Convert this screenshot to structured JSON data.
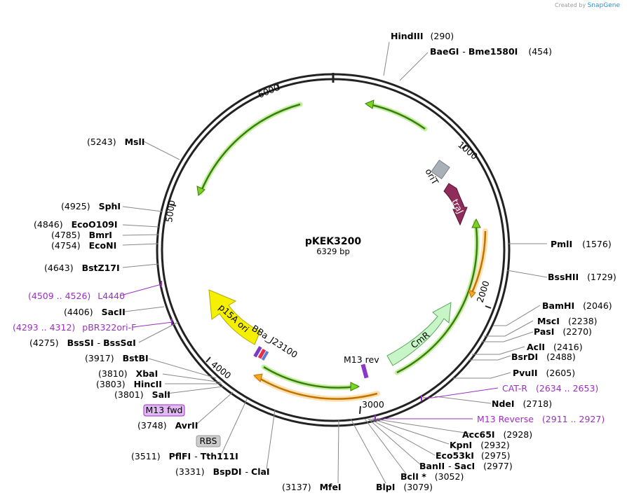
{
  "brand": {
    "prefix": "Created by",
    "name": "SnapGene"
  },
  "plasmid": {
    "name": "pKEK3200",
    "size_label": "6329 bp"
  },
  "ticks": [
    "1000",
    "2000",
    "3000",
    "4000",
    "5000",
    "6000"
  ],
  "features": [
    {
      "name": "traJ",
      "color": "#8e2c5a"
    },
    {
      "name": "CmR",
      "color": "#c8f5c8"
    },
    {
      "name": "p15A ori",
      "color": "#f5f000"
    },
    {
      "name": "oriT",
      "color": "#a9b0b8"
    },
    {
      "name": "BBa_J23100",
      "color": "#7a3cc0"
    },
    {
      "name": "M13 rev",
      "color": "#8b38c8"
    },
    {
      "name": "RBS",
      "color": "#cccccc"
    },
    {
      "name": "M13 fwd",
      "color": "#e2b8f5"
    }
  ],
  "enzymes": {
    "right": [
      {
        "name": "HindIII",
        "pos": "(290)"
      },
      {
        "name": "BaeGI",
        "extra": "Bme1580I",
        "pos": "(454)"
      },
      {
        "name": "PmlI",
        "pos": "(1576)"
      },
      {
        "name": "BssHII",
        "pos": "(1729)"
      },
      {
        "name": "BamHI",
        "pos": "(2046)"
      },
      {
        "name": "MscI",
        "pos": "(2238)"
      },
      {
        "name": "PasI",
        "pos": "(2270)"
      },
      {
        "name": "AclI",
        "pos": "(2416)"
      },
      {
        "name": "BsrDI",
        "pos": "(2488)"
      },
      {
        "name": "PvuII",
        "pos": "(2605)"
      },
      {
        "name": "NdeI",
        "pos": "(2718)"
      },
      {
        "name": "Acc65I",
        "pos": "(2928)"
      },
      {
        "name": "KpnI",
        "pos": "(2932)"
      },
      {
        "name": "Eco53kI",
        "pos": "(2975)"
      },
      {
        "name": "BanII",
        "extra": "SacI",
        "pos": "(2977)"
      },
      {
        "name": "BclI *",
        "pos": "(3052)"
      },
      {
        "name": "BlpI",
        "pos": "(3079)"
      }
    ],
    "left": [
      {
        "name": "MslI",
        "pos": "(5243)"
      },
      {
        "name": "SphI",
        "pos": "(4925)"
      },
      {
        "name": "EcoO109I",
        "pos": "(4846)"
      },
      {
        "name": "BmrI",
        "pos": "(4785)"
      },
      {
        "name": "EcoNI",
        "pos": "(4754)"
      },
      {
        "name": "BstZ17I",
        "pos": "(4643)"
      },
      {
        "name": "SacII",
        "pos": "(4406)"
      },
      {
        "name": "BssSI",
        "extra": "BssSαI",
        "pos": "(4275)"
      },
      {
        "name": "BstBI",
        "pos": "(3917)"
      },
      {
        "name": "XbaI",
        "pos": "(3810)"
      },
      {
        "name": "HincII",
        "pos": "(3803)"
      },
      {
        "name": "SalI",
        "pos": "(3801)"
      },
      {
        "name": "AvrII",
        "pos": "(3748)"
      },
      {
        "name": "PflFI",
        "extra": "Tth111I",
        "pos": "(3511)"
      },
      {
        "name": "BspDI",
        "extra": "ClaI",
        "pos": "(3331)"
      },
      {
        "name": "MfeI",
        "pos": "(3137)"
      }
    ]
  },
  "primers": [
    {
      "name": "L4440",
      "range": "(4509 .. 4526)"
    },
    {
      "name": "pBR322ori-F",
      "range": "(4293 .. 4312)"
    },
    {
      "name": "CAT-R",
      "range": "(2634 .. 2653)"
    },
    {
      "name": "M13 Reverse",
      "range": "(2911 .. 2927)"
    }
  ],
  "colors": {
    "primer": "#9b30c0",
    "green_arrow": "#7ed321",
    "orange_arrow": "#f5a623",
    "backbone": "#222222"
  }
}
